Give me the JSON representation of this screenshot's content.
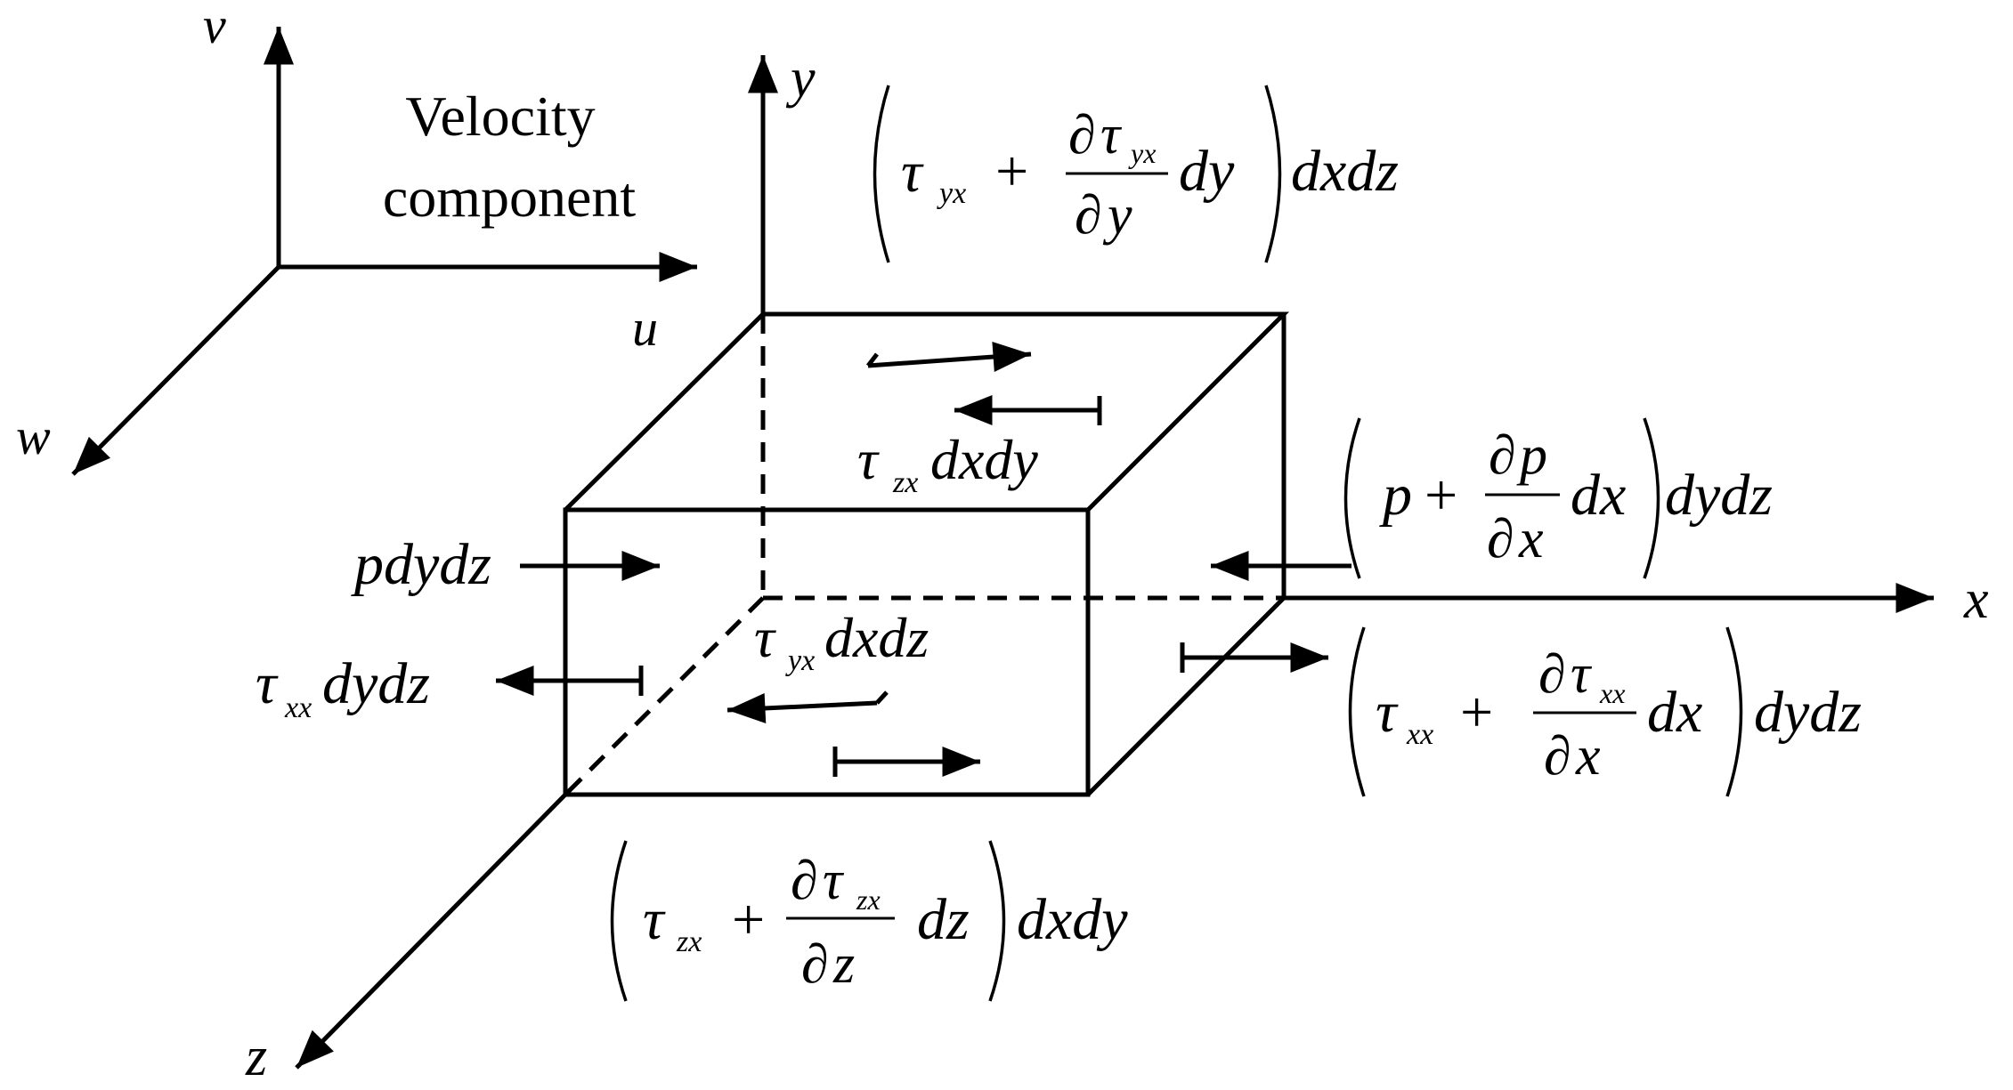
{
  "title_lines": [
    "Velocity",
    "component"
  ],
  "velocity_axes": {
    "v": "v",
    "u": "u",
    "w": "w"
  },
  "coord_axes": {
    "x": "x",
    "y": "y",
    "z": "z"
  },
  "sym": {
    "tau": "τ",
    "partial": "∂",
    "p": "p",
    "plus": "+",
    "sub_yx": "yx",
    "sub_zx": "zx",
    "sub_xx": "xx",
    "dx": "dx",
    "dy": "dy",
    "dz": "dz",
    "dxdy": "dxdy",
    "dxdz": "dxdz",
    "dydz": "dydz",
    "pdydz": "pdydz"
  },
  "colors": {
    "stroke": "#000000",
    "background": "#ffffff"
  }
}
